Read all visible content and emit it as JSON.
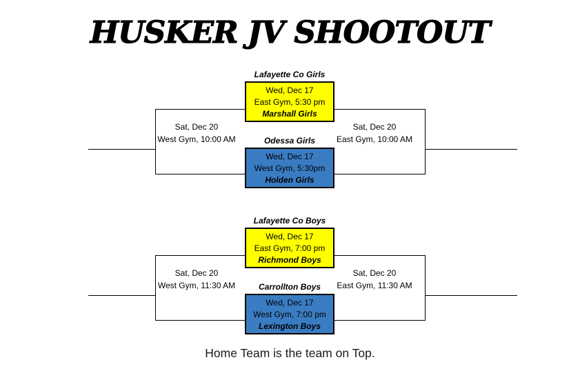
{
  "title": "HUSKER JV SHOOTOUT",
  "footer": "Home Team is the team on Top.",
  "colors": {
    "top_game_fill": "#FFFF00",
    "bottom_game_fill": "#3A7CC2",
    "line": "#000000"
  },
  "brackets": [
    {
      "name": "Girls",
      "top_game": {
        "home_team": "Lafayette Co Girls",
        "date": "Wed, Dec 17",
        "venue_time": "East Gym, 5:30 pm",
        "away_team": "Marshall Girls"
      },
      "bottom_game": {
        "home_team": "Odessa Girls",
        "date": "Wed, Dec 17",
        "venue_time": "West Gym, 5:30pm",
        "away_team": "Holden Girls"
      },
      "left_advance": {
        "date": "Sat, Dec 20",
        "venue_time": "West Gym, 10:00 AM"
      },
      "right_advance": {
        "date": "Sat, Dec 20",
        "venue_time": "East Gym, 10:00 AM"
      }
    },
    {
      "name": "Boys",
      "top_game": {
        "home_team": "Lafayette Co Boys",
        "date": "Wed, Dec 17",
        "venue_time": "East Gym, 7:00 pm",
        "away_team": "Richmond Boys"
      },
      "bottom_game": {
        "home_team": "Carrollton Boys",
        "date": "Wed, Dec 17",
        "venue_time": "West Gym, 7:00 pm",
        "away_team": "Lexington Boys"
      },
      "left_advance": {
        "date": "Sat, Dec 20",
        "venue_time": "West Gym, 11:30 AM"
      },
      "right_advance": {
        "date": "Sat, Dec 20",
        "venue_time": "East Gym, 11:30 AM"
      }
    }
  ]
}
